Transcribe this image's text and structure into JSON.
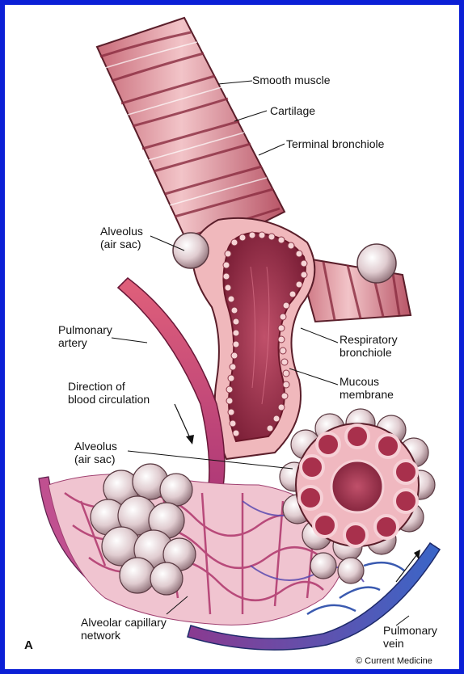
{
  "labels": {
    "smooth_muscle": "Smooth muscle",
    "cartilage": "Cartilage",
    "terminal_bronchiole": "Terminal bronchiole",
    "alveolus_top": "Alveolus\n(air sac)",
    "pulmonary_artery": "Pulmonary\nartery",
    "respiratory_bronchiole": "Respiratory\nbronchiole",
    "direction_blood": "Direction of\nblood circulation",
    "mucous_membrane": "Mucous\nmembrane",
    "alveolus_bottom": "Alveolus\n(air sac)",
    "alveolar_capillary": "Alveolar capillary\nnetwork",
    "pulmonary_vein": "Pulmonary\nvein"
  },
  "panel_letter": "A",
  "credit": "© Current Medicine",
  "colors": {
    "border": "#0b1fd6",
    "airway_pink": "#e8a0a8",
    "airway_dark": "#b0455a",
    "lumen": "#a03048",
    "artery": "#d04070",
    "vein": "#3a5ab0",
    "alveolus": "#d8c8cc"
  }
}
